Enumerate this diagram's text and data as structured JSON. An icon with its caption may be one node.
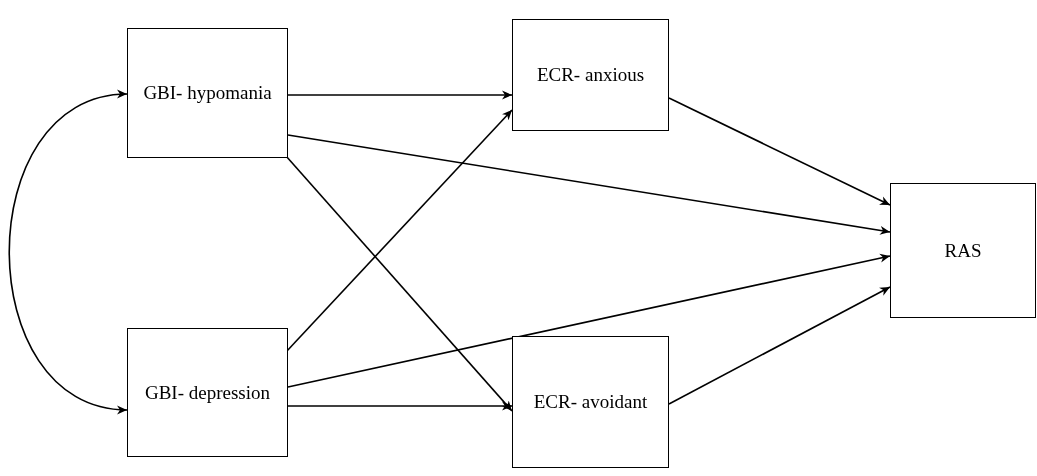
{
  "diagram": {
    "nodes": [
      {
        "text": [
          "GBI- hypomania"
        ]
      },
      {
        "text": [
          "ECR- anxious"
        ]
      },
      {
        "text": [
          "RAS"
        ]
      },
      {
        "text": [
          "GBI- depression"
        ]
      },
      {
        "text": [
          "ECR- avoidant"
        ]
      }
    ],
    "edges": [
      {
        "from": 0,
        "to": 1,
        "arrow": "to"
      },
      {
        "from": 0,
        "to": 2,
        "arrow": "to"
      },
      {
        "from": 0,
        "to": 4,
        "arrow": "to"
      },
      {
        "from": 3,
        "to": 1,
        "arrow": "to"
      },
      {
        "from": 3,
        "to": 2,
        "arrow": "to"
      },
      {
        "from": 3,
        "to": 4,
        "arrow": "to"
      },
      {
        "from": 1,
        "to": 2,
        "arrow": "to"
      },
      {
        "from": 4,
        "to": 2,
        "arrow": "to"
      },
      {
        "from": 0,
        "to": 3,
        "arrow": "both"
      }
    ]
  }
}
